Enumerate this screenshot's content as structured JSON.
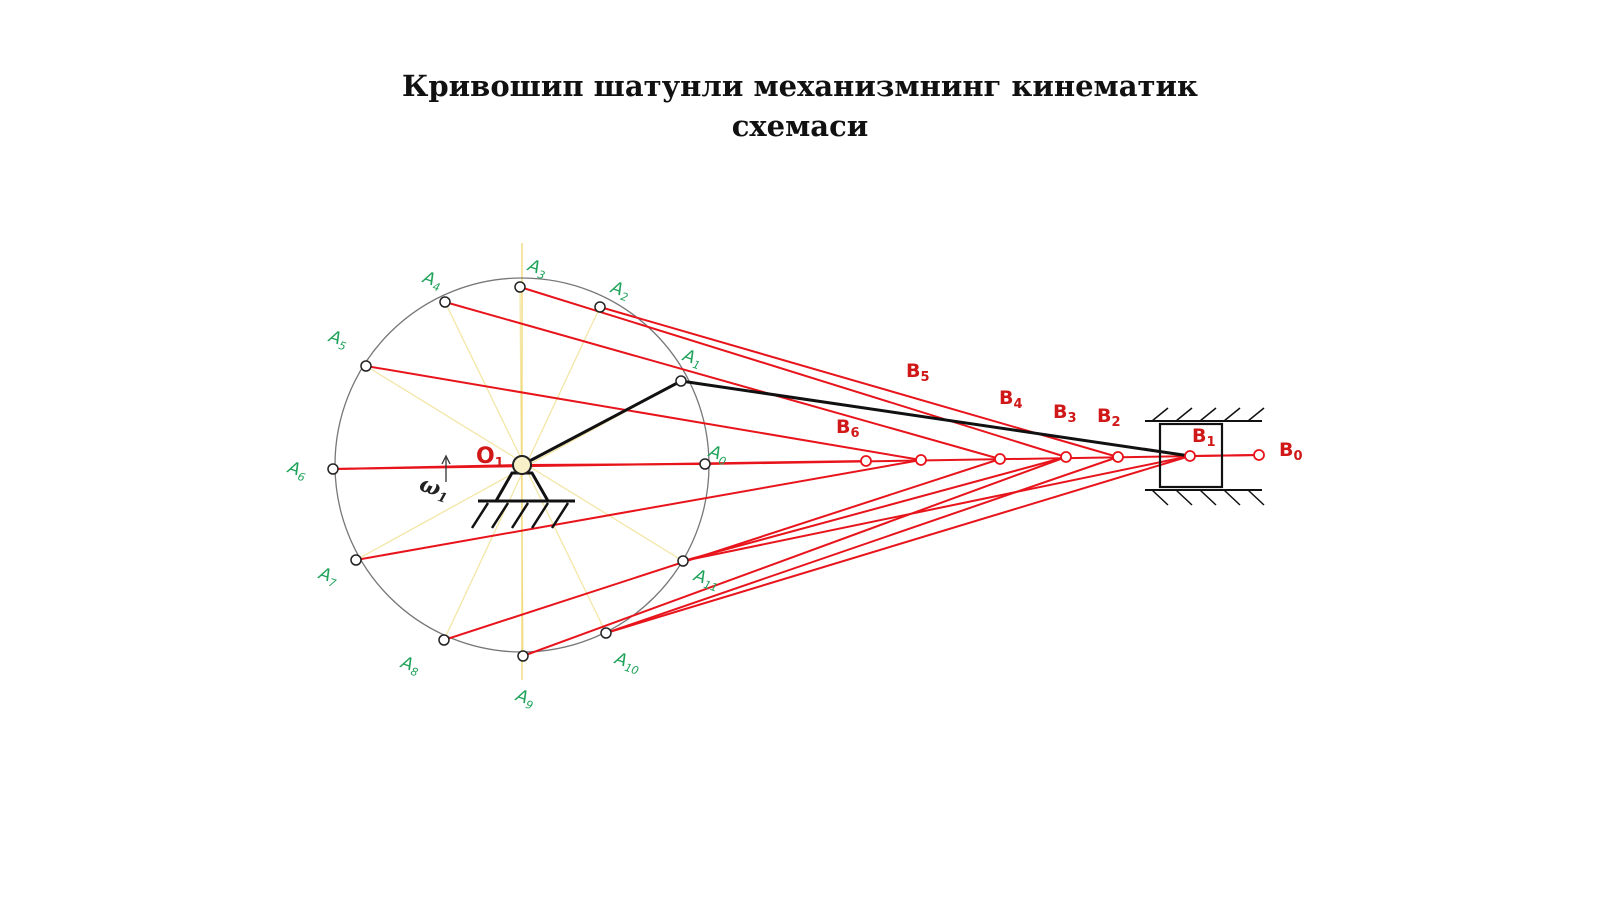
{
  "title": {
    "line1": "Кривошип шатунли механизмнинг кинематик",
    "line2": "схемаси"
  },
  "colors": {
    "crank_point_label": "#1fa35a",
    "slider_point_label": "#d01818",
    "connecting_rods": "#e8141c",
    "construction_lines": "#f3e6a6",
    "circle": "#777777",
    "highlighted_link": "#111111"
  },
  "pivot": {
    "label": "O",
    "sub": "1"
  },
  "angular_velocity": {
    "label": "ω",
    "sub": "1"
  },
  "crank_points": [
    {
      "label": "A",
      "sub": "0"
    },
    {
      "label": "A",
      "sub": "1"
    },
    {
      "label": "A",
      "sub": "2"
    },
    {
      "label": "A",
      "sub": "3"
    },
    {
      "label": "A",
      "sub": "4"
    },
    {
      "label": "A",
      "sub": "5"
    },
    {
      "label": "A",
      "sub": "6"
    },
    {
      "label": "A",
      "sub": "7"
    },
    {
      "label": "A",
      "sub": "8"
    },
    {
      "label": "A",
      "sub": "9"
    },
    {
      "label": "A",
      "sub": "10"
    },
    {
      "label": "A",
      "sub": "11"
    }
  ],
  "slider_points": [
    {
      "label": "B",
      "sub": "0"
    },
    {
      "label": "B",
      "sub": "1"
    },
    {
      "label": "B",
      "sub": "2"
    },
    {
      "label": "B",
      "sub": "3"
    },
    {
      "label": "B",
      "sub": "4"
    },
    {
      "label": "B",
      "sub": "5"
    },
    {
      "label": "B",
      "sub": "6"
    }
  ]
}
